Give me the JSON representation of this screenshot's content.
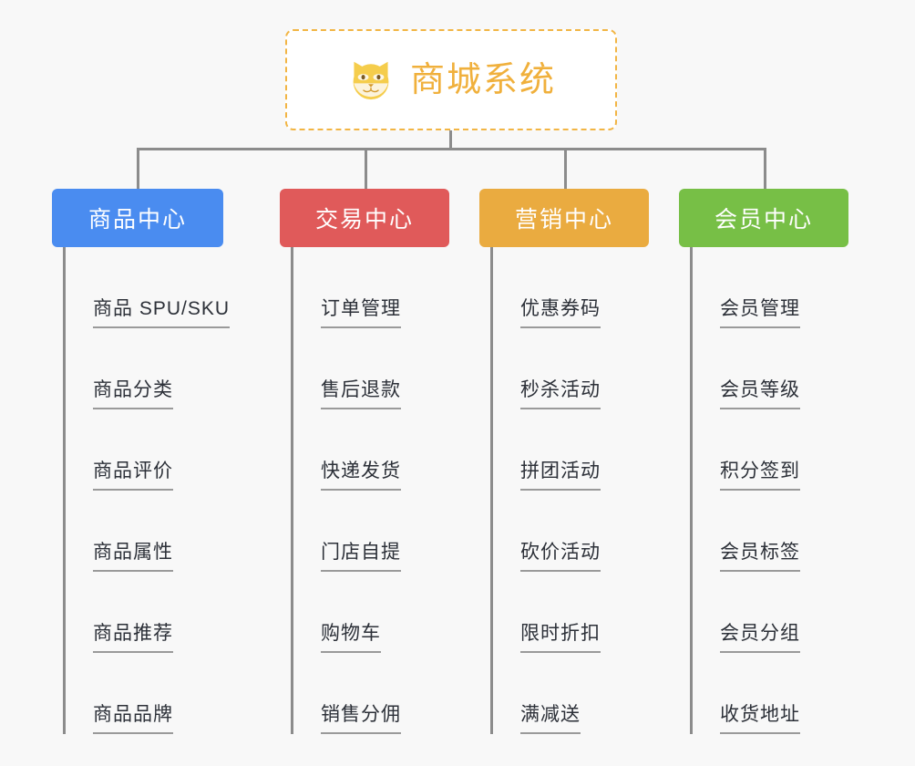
{
  "diagram": {
    "title": "商城系统",
    "root_icon": "shiba-inu-icon",
    "background_color": "#f8f8f8",
    "root_border_color": "#f2b544",
    "root_text_color": "#f0b03c",
    "connector_color": "#8c8c8c",
    "columns": [
      {
        "label": "商品中心",
        "color": "#4a8cf0",
        "items": [
          "商品 SPU/SKU",
          "商品分类",
          "商品评价",
          "商品属性",
          "商品推荐",
          "商品品牌"
        ]
      },
      {
        "label": "交易中心",
        "color": "#e05a5a",
        "items": [
          "订单管理",
          "售后退款",
          "快递发货",
          "门店自提",
          "购物车",
          "销售分佣"
        ]
      },
      {
        "label": "营销中心",
        "color": "#eaab40",
        "items": [
          "优惠券码",
          "秒杀活动",
          "拼团活动",
          "砍价活动",
          "限时折扣",
          "满减送"
        ]
      },
      {
        "label": "会员中心",
        "color": "#77bf46",
        "items": [
          "会员管理",
          "会员等级",
          "积分签到",
          "会员标签",
          "会员分组",
          "收货地址"
        ]
      }
    ]
  }
}
